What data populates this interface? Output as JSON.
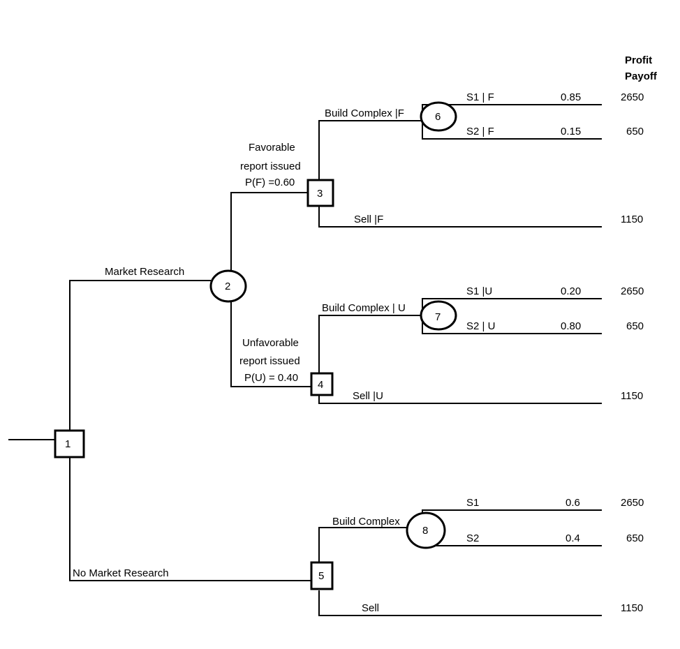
{
  "header": {
    "line1": "Profit",
    "line2": "Payoff"
  },
  "nodes": {
    "n1": "1",
    "n2": "2",
    "n3": "3",
    "n4": "4",
    "n5": "5",
    "n6": "6",
    "n7": "7",
    "n8": "8"
  },
  "branches": {
    "market_research": "Market Research",
    "no_market_research": "No Market Research",
    "favorable_l1": "Favorable",
    "favorable_l2": "report issued",
    "favorable_l3": "P(F) =0.60",
    "unfavorable_l1": "Unfavorable",
    "unfavorable_l2": "report issued",
    "unfavorable_l3": "P(U) = 0.40",
    "build_f": "Build Complex |F",
    "sell_f": "Sell |F",
    "build_u": "Build Complex | U",
    "sell_u": "Sell |U",
    "build": "Build Complex",
    "sell": "Sell"
  },
  "outcomes": {
    "s1_f": {
      "label": "S1 | F",
      "prob": "0.85",
      "payoff": "2650"
    },
    "s2_f": {
      "label": "S2 | F",
      "prob": "0.15",
      "payoff": "650"
    },
    "sell_f": {
      "payoff": "1150"
    },
    "s1_u": {
      "label": "S1 |U",
      "prob": "0.20",
      "payoff": "2650"
    },
    "s2_u": {
      "label": "S2 | U",
      "prob": "0.80",
      "payoff": "650"
    },
    "sell_u": {
      "payoff": "1150"
    },
    "s1": {
      "label": "S1",
      "prob": "0.6",
      "payoff": "2650"
    },
    "s2": {
      "label": "S2",
      "prob": "0.4",
      "payoff": "650"
    },
    "sell": {
      "payoff": "1150"
    }
  }
}
